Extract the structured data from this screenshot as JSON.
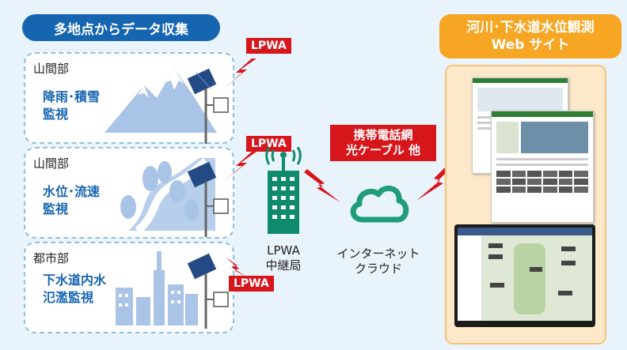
{
  "header": {
    "left_title": "多地点からデータ収集",
    "right_title_line1": "河川･下水道水位観測",
    "right_title_line2": "Web サイト"
  },
  "sites": [
    {
      "area": "山間部",
      "desc_line1": "降雨･積雪",
      "desc_line2": "監視",
      "badge": "LPWA"
    },
    {
      "area": "山間部",
      "desc_line1": "水位･流速",
      "desc_line2": "監視",
      "badge": "LPWA"
    },
    {
      "area": "都市部",
      "desc_line1": "下水道内水",
      "desc_line2": "氾濫監視",
      "badge": "LPWA"
    }
  ],
  "relay": {
    "line1": "LPWA",
    "line2": "中継局"
  },
  "network": {
    "line1": "携帯電話網",
    "line2": "光ケーブル 他"
  },
  "cloud": {
    "line1": "インターネット",
    "line2": "クラウド"
  },
  "colors": {
    "primary_blue": "#1565b0",
    "accent_orange": "#f6a623",
    "alert_red": "#d7161c",
    "relay_green": "#0f8a6c",
    "cloud_green": "#1f9c78"
  }
}
